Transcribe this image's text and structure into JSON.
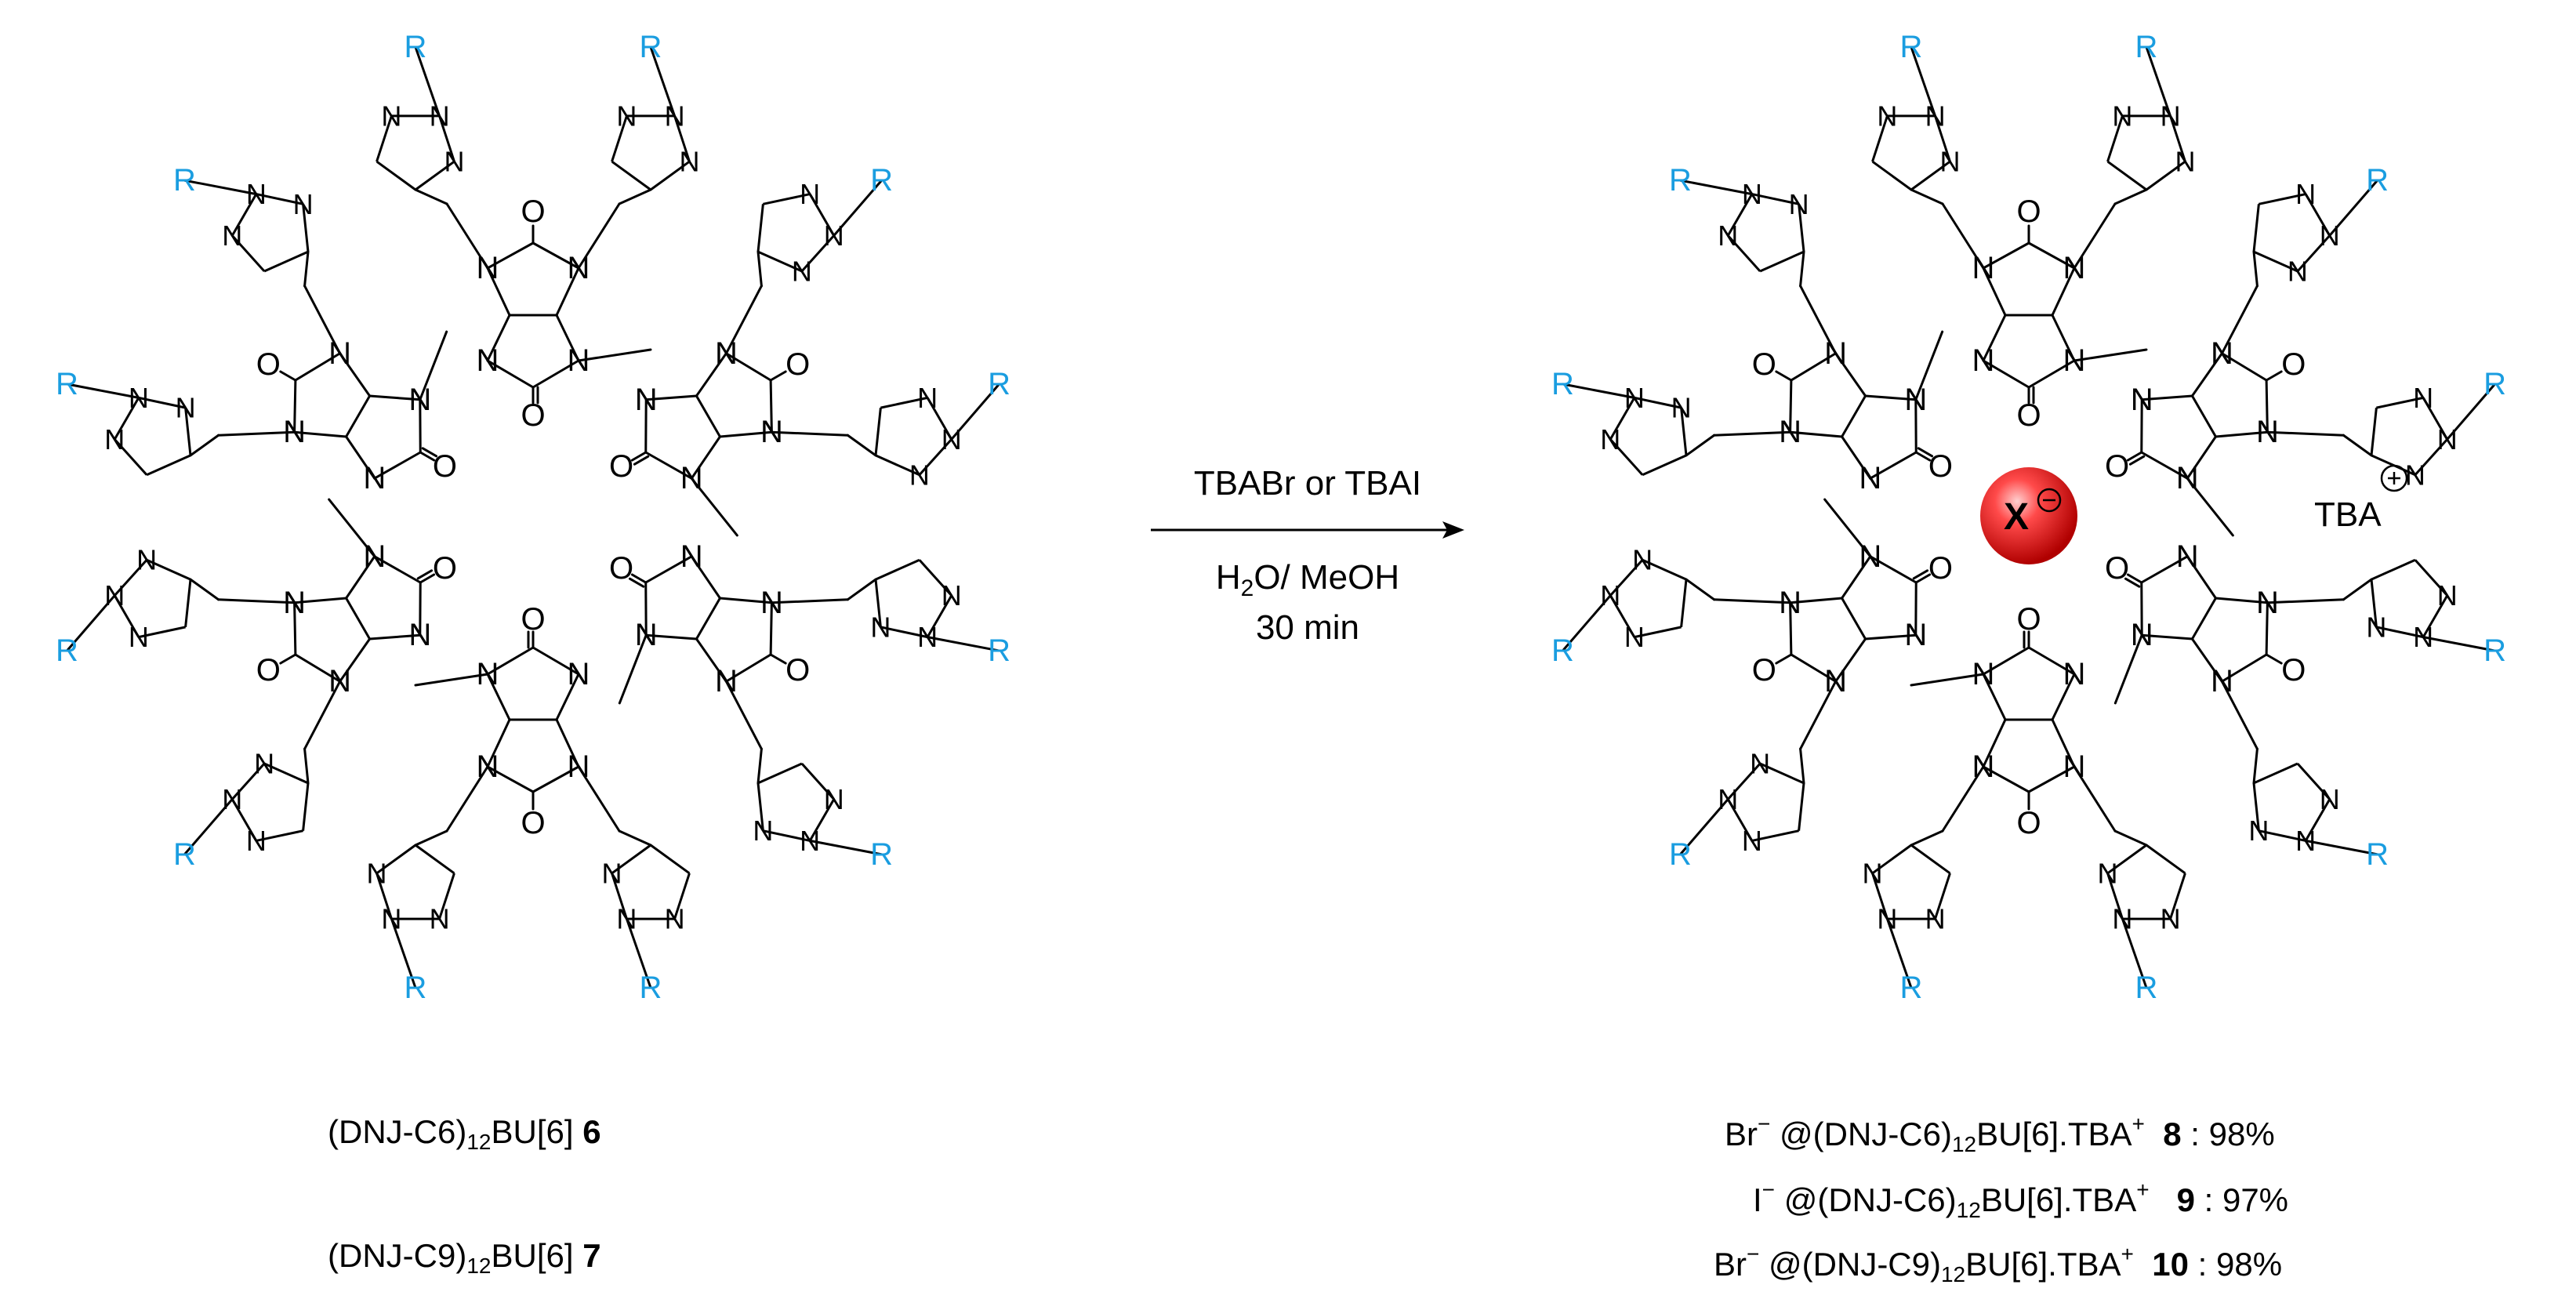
{
  "colors": {
    "bond": "#000000",
    "r_group": "#1a9de0",
    "anion_ball": "#e81c1c",
    "background": "#ffffff"
  },
  "atoms": {
    "nitrogen": "N",
    "oxygen": "O",
    "r_group": "R"
  },
  "reaction": {
    "reagent": "TBABr or TBAI",
    "solvent_h": "H",
    "solvent_sub": "2",
    "solvent_rest": "O/ MeOH",
    "time": "30 min"
  },
  "product_complex": {
    "anion": "X",
    "anion_charge": "−",
    "cation": "TBA",
    "cation_charge": "+"
  },
  "starting_materials": [
    {
      "pre": "(DNJ-C6)",
      "sub": "12",
      "post": "BU[6] ",
      "num": "6"
    },
    {
      "pre": "(DNJ-C9)",
      "sub": "12",
      "post": "BU[6] ",
      "num": "7"
    }
  ],
  "products": [
    {
      "anion": "Br",
      "charge": "−",
      "pre": " @(DNJ-C6)",
      "sub": "12",
      "post": "BU[6].TBA",
      "sup": "+",
      "num": "8",
      "yield": " : 98%"
    },
    {
      "anion": "I",
      "charge": "−",
      "pre": " @(DNJ-C6)",
      "sub": "12",
      "post": "BU[6].TBA",
      "sup": "+",
      "num": "9",
      "yield": " : 97%"
    },
    {
      "anion": "Br",
      "charge": "−",
      "pre": " @(DNJ-C9)",
      "sub": "12",
      "post": "BU[6].TBA",
      "sup": "+",
      "num": "10",
      "yield": " : 98%"
    }
  ]
}
